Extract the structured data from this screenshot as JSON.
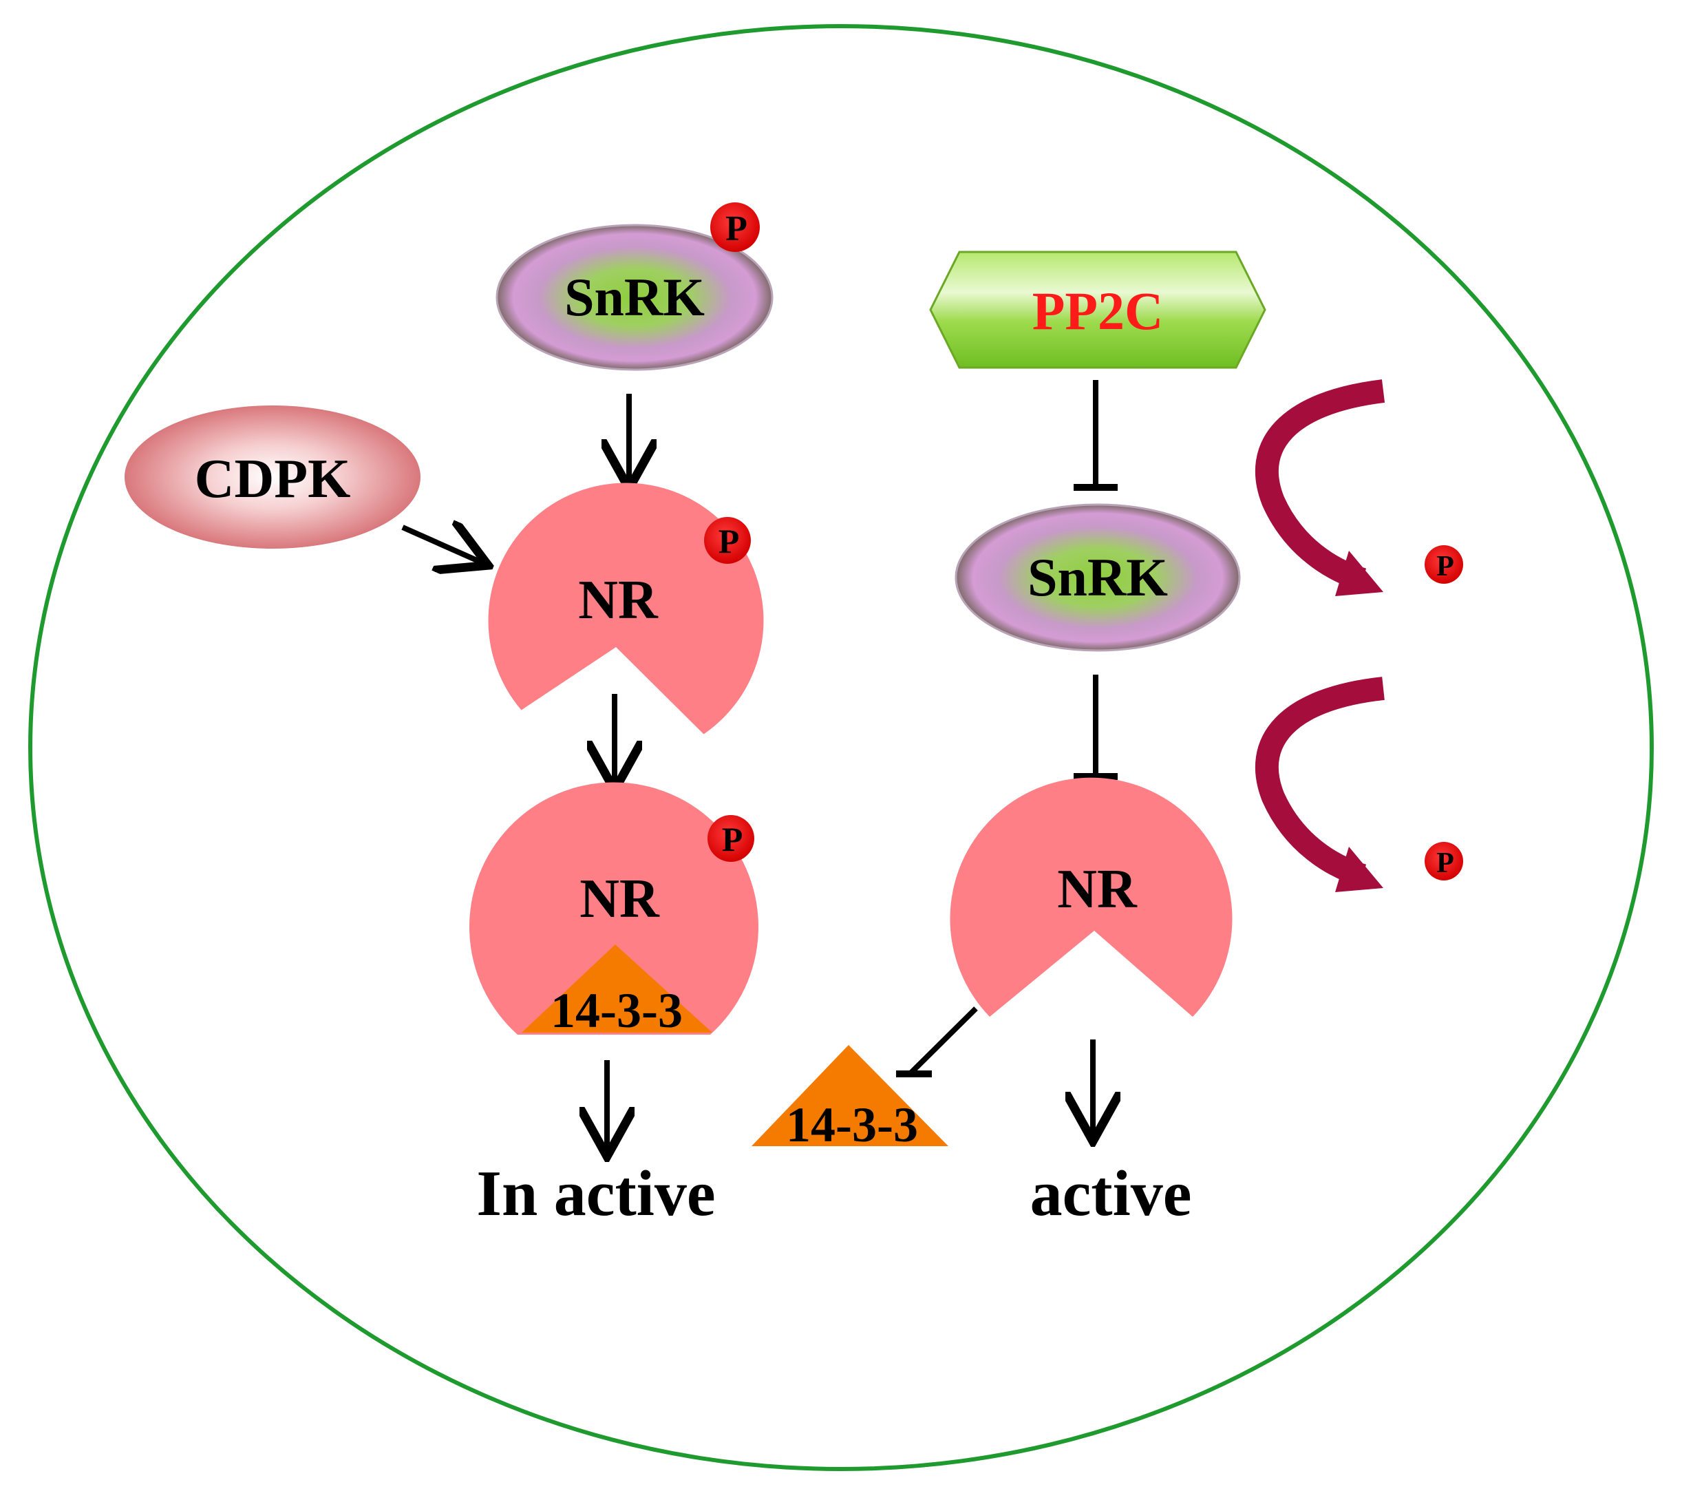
{
  "labels": {
    "snrk_top": "SnRK",
    "pp2c": "PP2C",
    "cdpk": "CDPK",
    "snrk_right": "SnRK",
    "nr_top": "NR",
    "nr_bottom": "NR",
    "nr_right": "NR",
    "protein_1433_left": "14-3-3",
    "protein_1433_right": "14-3-3",
    "state_inactive": "In active",
    "state_active": "active"
  },
  "phospho_label": "P",
  "colors": {
    "cell_border": "#1f9a2e",
    "nr_fill": "#ff7f86",
    "orange": "#f57b00",
    "phospho": "#ee0000",
    "pp2c_green": "#8cd33a",
    "pp2c_text": "#ff1a1a",
    "curved_arrow": "#a50d3c",
    "cdpk_pink": "#e4878a"
  },
  "icons": {
    "phosphate": "red-phosphate-circle",
    "activation": "arrow",
    "inhibition": "t-bar"
  }
}
